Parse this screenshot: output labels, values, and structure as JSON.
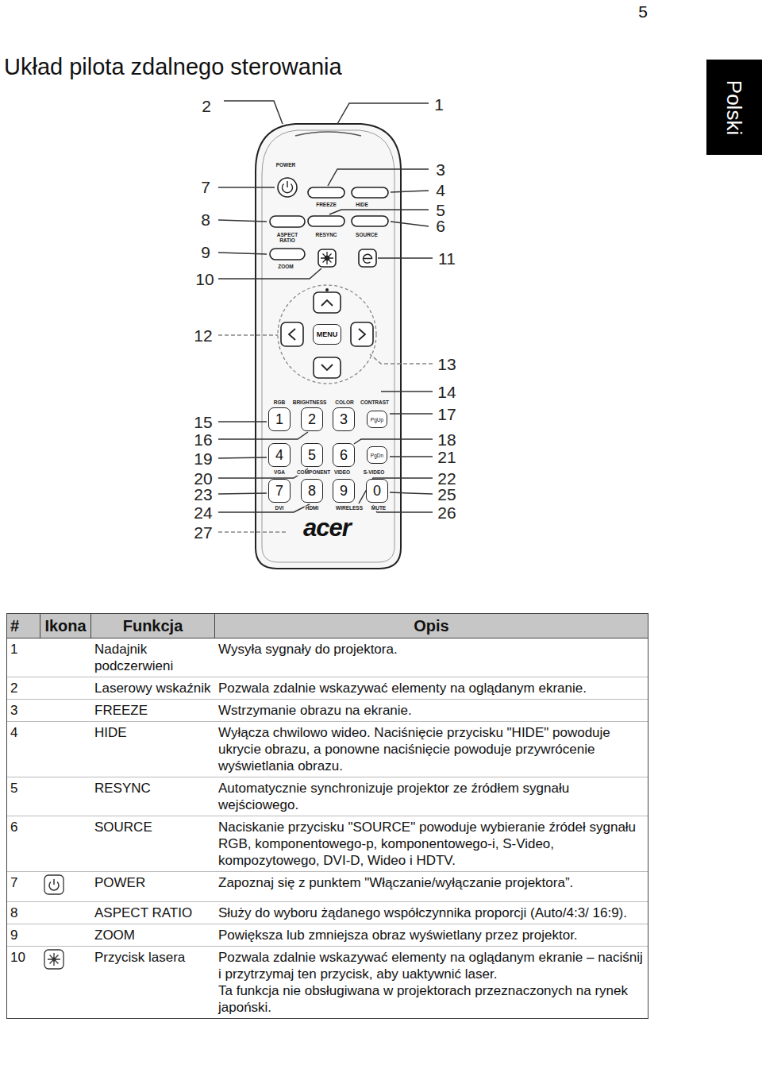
{
  "diagram": {
    "title": "Układ pilota zdalnego sterowania",
    "nodes": [
      {
        "text": [
          "Polski"
        ]
      },
      {
        "text": [
          "MENU"
        ]
      },
      {
        "text": [
          "1"
        ]
      },
      {
        "text": [
          "2"
        ]
      },
      {
        "text": [
          "3"
        ]
      },
      {
        "text": [
          "PgUp"
        ]
      },
      {
        "text": [
          "4"
        ]
      },
      {
        "text": [
          "5"
        ]
      },
      {
        "text": [
          "6"
        ]
      },
      {
        "text": [
          "PgDn"
        ]
      },
      {
        "text": [
          "7"
        ]
      },
      {
        "text": [
          "8"
        ]
      },
      {
        "text": [
          "9"
        ]
      },
      {
        "text": [
          "0"
        ]
      }
    ],
    "labels": [
      "5",
      "2",
      "1",
      "7",
      "8",
      "9",
      "10",
      "3",
      "4",
      "5",
      "6",
      "11",
      "12",
      "13",
      "14",
      "15",
      "16",
      "19",
      "20",
      "23",
      "24",
      "27",
      "17",
      "18",
      "21",
      "22",
      "25",
      "26",
      "POWER",
      "FREEZE",
      "HIDE",
      "ASPECT RATIO",
      "RESYNC",
      "SOURCE",
      "ZOOM",
      "RGB",
      "BRIGHTNESS",
      "COLOR",
      "CONTRAST",
      "VGA",
      "COMPONENT",
      "VIDEO",
      "S-VIDEO",
      "DVI",
      "HDMI",
      "WIRELESS",
      "MUTE",
      "acer",
      "#",
      "Ikona",
      "Funkcja",
      "Opis",
      "1",
      "Nadajnik podczerwieni",
      "Wysyła sygnały do projektora.",
      "2",
      "Laserowy wskaźnik",
      "Pozwala zdalnie wskazywać elementy na oglądanym ekranie.",
      "3",
      "FREEZE",
      "Wstrzymanie obrazu na ekranie.",
      "4",
      "HIDE",
      "Wyłącza chwilowo wideo. Naciśnięcie przycisku \"HIDE\" powoduje ukrycie obrazu, a ponowne naciśnięcie powoduje przywrócenie wyświetlania obrazu.",
      "5",
      "RESYNC",
      "Automatycznie synchronizuje projektor ze źródłem sygnału wejściowego.",
      "6",
      "SOURCE",
      "Naciskanie przycisku \"SOURCE\" powoduje wybieranie źródeł sygnału RGB, komponentowego-p, komponentowego-i, S-Video, kompozytowego, DVI-D, Wideo i HDTV.",
      "7",
      "POWER",
      "Zapoznaj się z punktem \"Włączanie/wyłączanie projektora”.",
      "8",
      "ASPECT RATIO",
      "Służy do wyboru żądanego współczynnika proporcji (Auto/4:3/ 16:9).",
      "9",
      "ZOOM",
      "Powiększa lub zmniejsza obraz wyświetlany przez projektor.",
      "10",
      "Przycisk lasera",
      "Pozwala zdalnie wskazywać elementy na oglądanym ekranie – naciśnij i przytrzymaj ten przycisk, aby uaktywnić laser.",
      "Ta funkcja nie obsługiwana w projektorach przeznaczonych na rynek japoński."
    ]
  }
}
